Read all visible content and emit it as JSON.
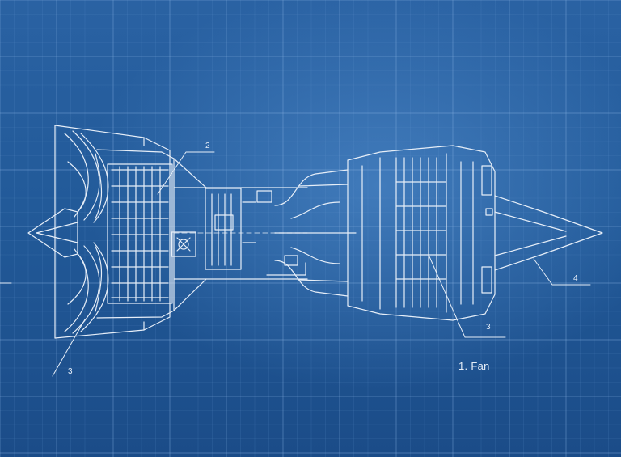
{
  "callouts": [
    {
      "id": "c2",
      "text": "2"
    },
    {
      "id": "c3-left",
      "text": "3"
    },
    {
      "id": "c3-right",
      "text": "3"
    },
    {
      "id": "c4",
      "text": "4"
    }
  ],
  "legend": {
    "item1": "1. Fan"
  },
  "colors": {
    "background": "#225a99",
    "line": "#e6eef8",
    "grid": "#5b8ecb"
  }
}
